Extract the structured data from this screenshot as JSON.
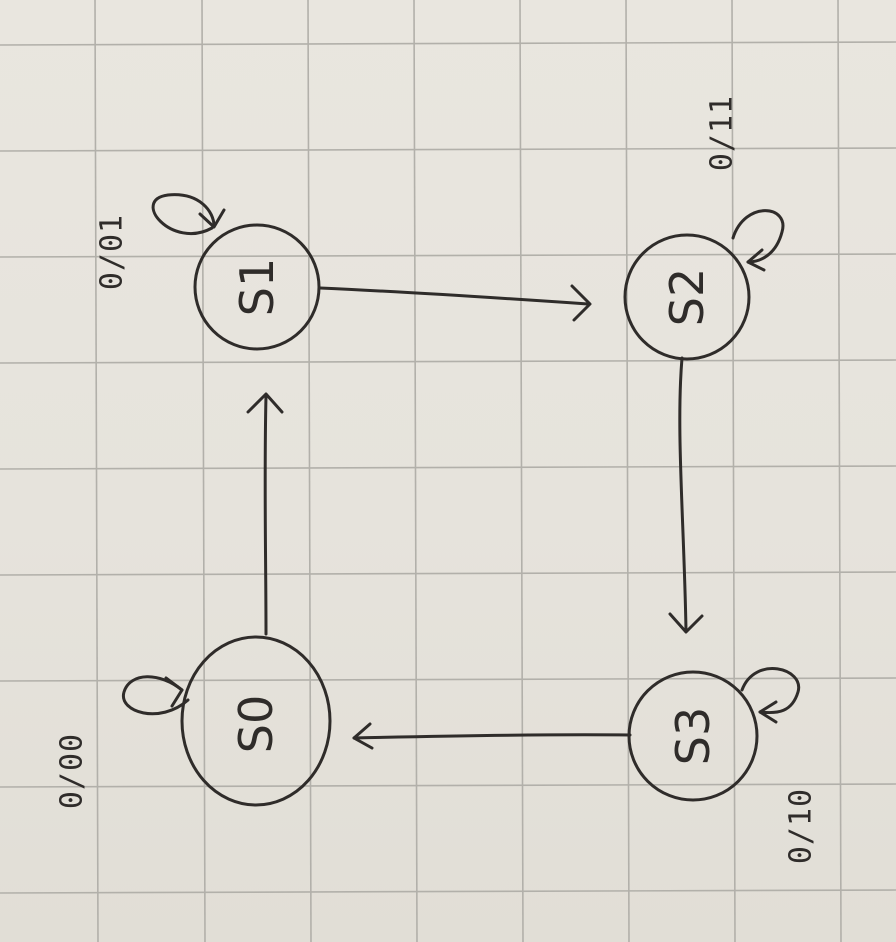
{
  "diagram": {
    "type": "state-machine",
    "ink_color": "#2f2c2a",
    "paper_color": "#e6e3dc",
    "grid_color": "#b2b0aa",
    "states": [
      {
        "id": "s0",
        "label": "S0",
        "self_loop_label": "0/00"
      },
      {
        "id": "s1",
        "label": "S1",
        "self_loop_label": "0/01"
      },
      {
        "id": "s2",
        "label": "S2",
        "self_loop_label": "0/11"
      },
      {
        "id": "s3",
        "label": "S3",
        "self_loop_label": "0/10"
      }
    ],
    "transitions": [
      {
        "from": "s0",
        "to": "s1"
      },
      {
        "from": "s1",
        "to": "s2"
      },
      {
        "from": "s2",
        "to": "s3"
      },
      {
        "from": "s3",
        "to": "s0"
      }
    ]
  }
}
